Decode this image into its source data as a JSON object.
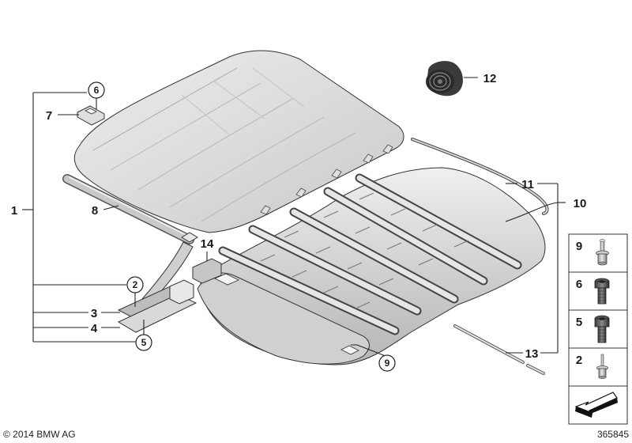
{
  "diagram": {
    "callouts": {
      "c1": "1",
      "c2": "2",
      "c3": "3",
      "c4": "4",
      "c5": "5",
      "c6": "6",
      "c7": "7",
      "c8": "8",
      "c9": "9",
      "c10": "10",
      "c11": "11",
      "c12": "12",
      "c13": "13",
      "c14": "14"
    },
    "side_panel": [
      {
        "number": "9",
        "part": "rivet"
      },
      {
        "number": "6",
        "part": "screw"
      },
      {
        "number": "5",
        "part": "screw"
      },
      {
        "number": "2",
        "part": "rivet"
      }
    ]
  },
  "footer": {
    "copyright": "© 2014 BMW AG",
    "image_number": "365845"
  }
}
